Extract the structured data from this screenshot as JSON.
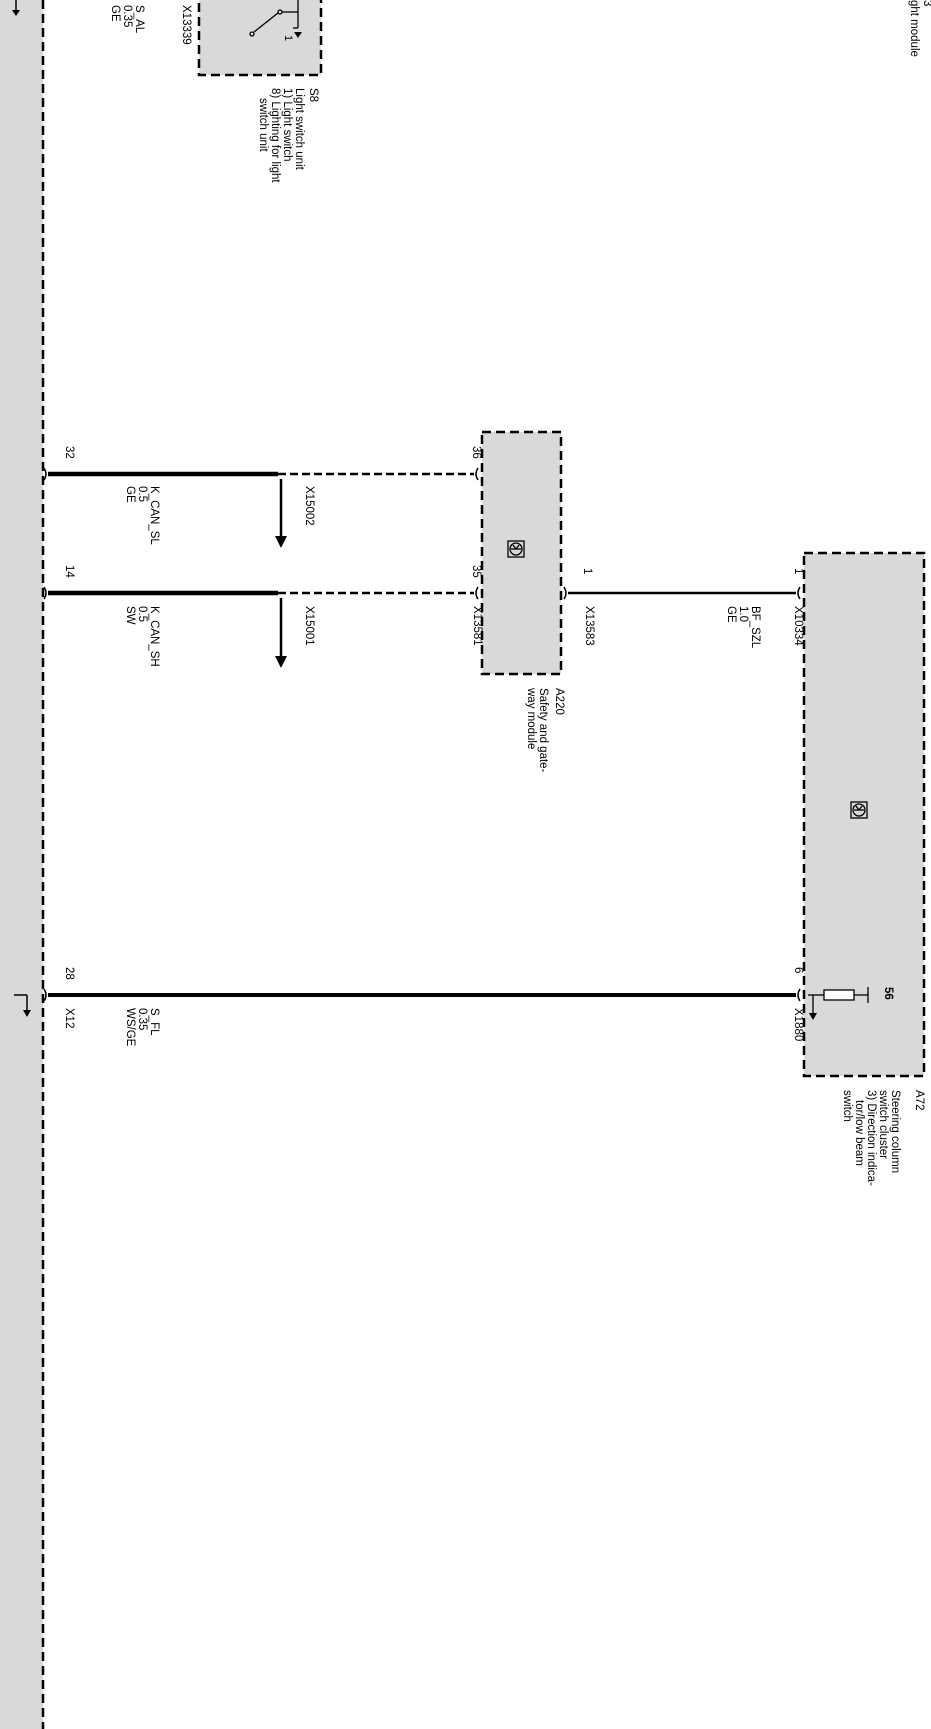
{
  "colors": {
    "module_fill": "#d9d9d9",
    "wire": "#000000",
    "background": "#ffffff"
  },
  "modules": {
    "left": {
      "partial_label": "ght module",
      "partial_id": "3"
    },
    "s8": {
      "id": "S8",
      "line1": "Light switch unit",
      "line2": "1) Light switch",
      "line3": "8) Lighting for light",
      "line4": "switch unit",
      "contact": "1"
    },
    "a220": {
      "id": "A220",
      "line1": "Safety and gate-",
      "line2": "way module"
    },
    "a72": {
      "id": "A72",
      "line1": "Steering column",
      "line2": "switch cluster",
      "line3": "3) Direction indica-",
      "line4": "tor/low beam",
      "line5": "switch",
      "pin56": "56"
    }
  },
  "wires": {
    "s_al": {
      "name": "S_AL",
      "size": "0.35",
      "color": "GE",
      "connector": "X13339"
    },
    "can_sl": {
      "name": "K_CAN_SL",
      "size": "0.5",
      "color": "GE",
      "pin_left": "32",
      "pin_right": "36",
      "splice": "X15002"
    },
    "can_sh": {
      "name": "K_CAN_SH",
      "size": "0.5",
      "color": "SW",
      "pin_left": "14",
      "pin_right": "35",
      "splice": "X15001",
      "connector": "X13581"
    },
    "bf_szl": {
      "name": "BF_SZL",
      "size": "1.0",
      "color": "GE",
      "pin_a220": "1",
      "pin_a72": "1",
      "conn_a220": "X13583",
      "conn_a72": "X10334"
    },
    "s_fl": {
      "name": "S_FL",
      "size": "0.35",
      "color": "WS/GE",
      "pin_left": "28",
      "pin_right": "6",
      "conn_left": "X12",
      "conn_right": "X1880"
    }
  }
}
